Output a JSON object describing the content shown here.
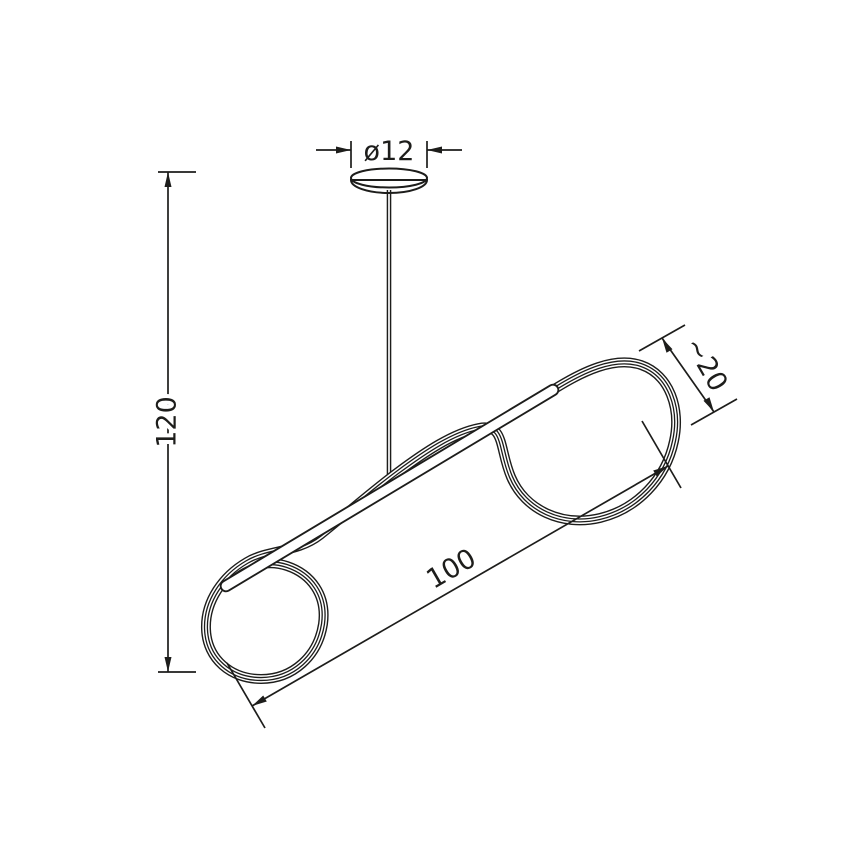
{
  "drawing": {
    "title": "pendant-lamp-dimension-drawing",
    "labels": {
      "diameter": "ø12",
      "height": "120",
      "length": "100",
      "loop_depth": "~20"
    },
    "colors": {
      "line": "#1d1d1b",
      "background": "#ffffff"
    }
  }
}
